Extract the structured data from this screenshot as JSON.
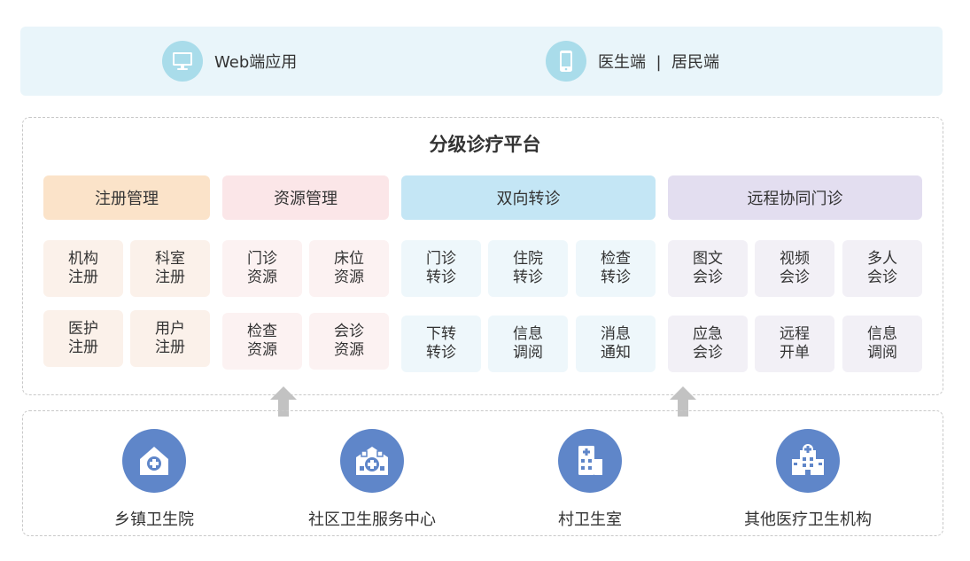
{
  "clients": [
    {
      "label": "Web端应用",
      "icon": "monitor-icon"
    },
    {
      "label": "医生端  |  居民端",
      "icon": "smartphone-icon"
    }
  ],
  "platform": {
    "title": "分级诊疗平台",
    "modules": [
      {
        "title": "注册管理",
        "color": "#fbe3c9",
        "tile_color": "#fbf1ea",
        "items": [
          [
            "机构",
            "注册"
          ],
          [
            "科室",
            "注册"
          ],
          [
            "医护",
            "注册"
          ],
          [
            "用户",
            "注册"
          ]
        ]
      },
      {
        "title": "资源管理",
        "color": "#fbe6e8",
        "tile_color": "#fcf2f2",
        "items": [
          [
            "门诊",
            "资源"
          ],
          [
            "床位",
            "资源"
          ],
          [
            "检查",
            "资源"
          ],
          [
            "会诊",
            "资源"
          ]
        ]
      },
      {
        "title": "双向转诊",
        "color": "#c4e6f5",
        "tile_color": "#eef7fb",
        "items": [
          [
            "门诊",
            "转诊"
          ],
          [
            "住院",
            "转诊"
          ],
          [
            "检查",
            "转诊"
          ],
          [
            "下转",
            "转诊"
          ],
          [
            "信息",
            "调阅"
          ],
          [
            "消息",
            "通知"
          ]
        ]
      },
      {
        "title": "远程协同门诊",
        "color": "#e3def0",
        "tile_color": "#f2f0f6",
        "items": [
          [
            "图文",
            "会诊"
          ],
          [
            "视频",
            "会诊"
          ],
          [
            "多人",
            "会诊"
          ],
          [
            "应急",
            "会诊"
          ],
          [
            "远程",
            "开单"
          ],
          [
            "信息",
            "调阅"
          ]
        ]
      }
    ]
  },
  "institutions": [
    {
      "name": "乡镇卫生院",
      "icon": "hospital-house-icon"
    },
    {
      "name": "社区卫生服务中心",
      "icon": "community-center-icon"
    },
    {
      "name": "村卫生室",
      "icon": "clinic-building-icon"
    },
    {
      "name": "其他医疗卫生机构",
      "icon": "medical-building-icon"
    }
  ],
  "colors": {
    "client_icon_bg": "#a9dcea",
    "institution_icon_bg": "#5f86c9",
    "arrow": "#c2c2c2"
  }
}
